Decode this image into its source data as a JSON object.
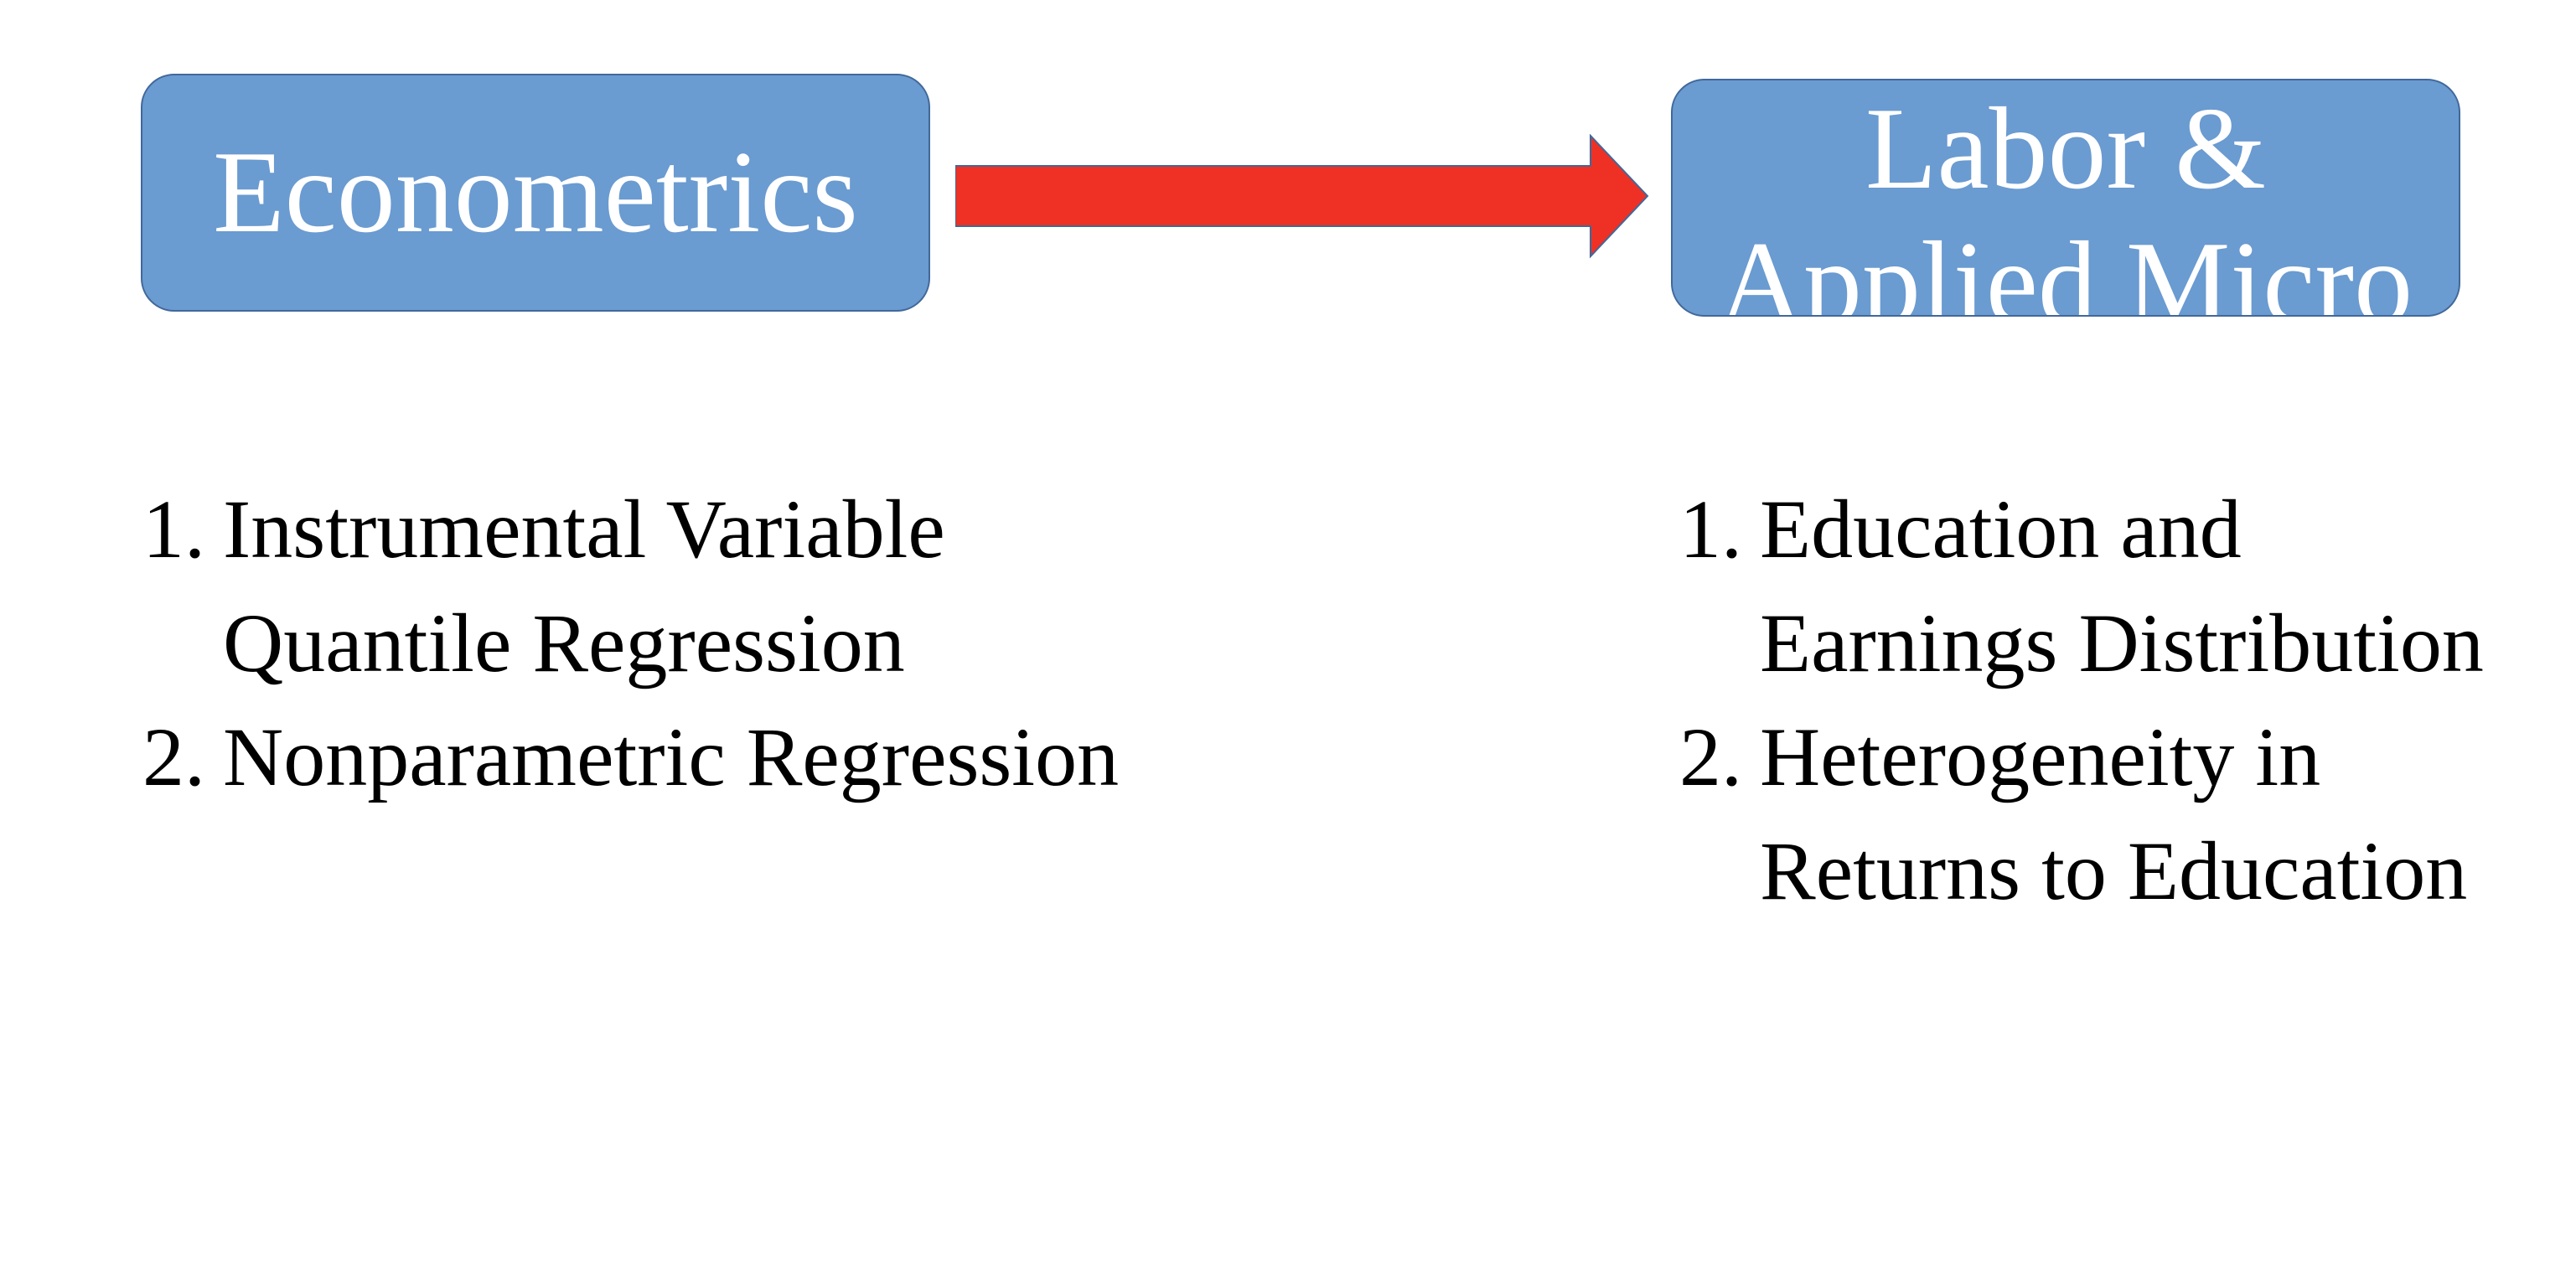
{
  "diagram": {
    "source_box": {
      "label": "Econometrics",
      "fill_color": "#6a9bd1",
      "border_color": "#41689a"
    },
    "target_box": {
      "line1": "Labor &",
      "line2": "Applied Micro",
      "fill_color": "#6a9bd1",
      "border_color": "#41689a"
    },
    "arrow": {
      "color": "#ee3124",
      "border_color": "#41689a",
      "direction": "right"
    },
    "left_list": [
      {
        "number": "1.",
        "text": "Instrumental Variable\nQuantile Regression"
      },
      {
        "number": "2.",
        "text": "Nonparametric Regression"
      }
    ],
    "right_list": [
      {
        "number": "1.",
        "text": "Education and\nEarnings Distribution"
      },
      {
        "number": "2.",
        "text": "Heterogeneity in\nReturns to Education"
      }
    ]
  }
}
